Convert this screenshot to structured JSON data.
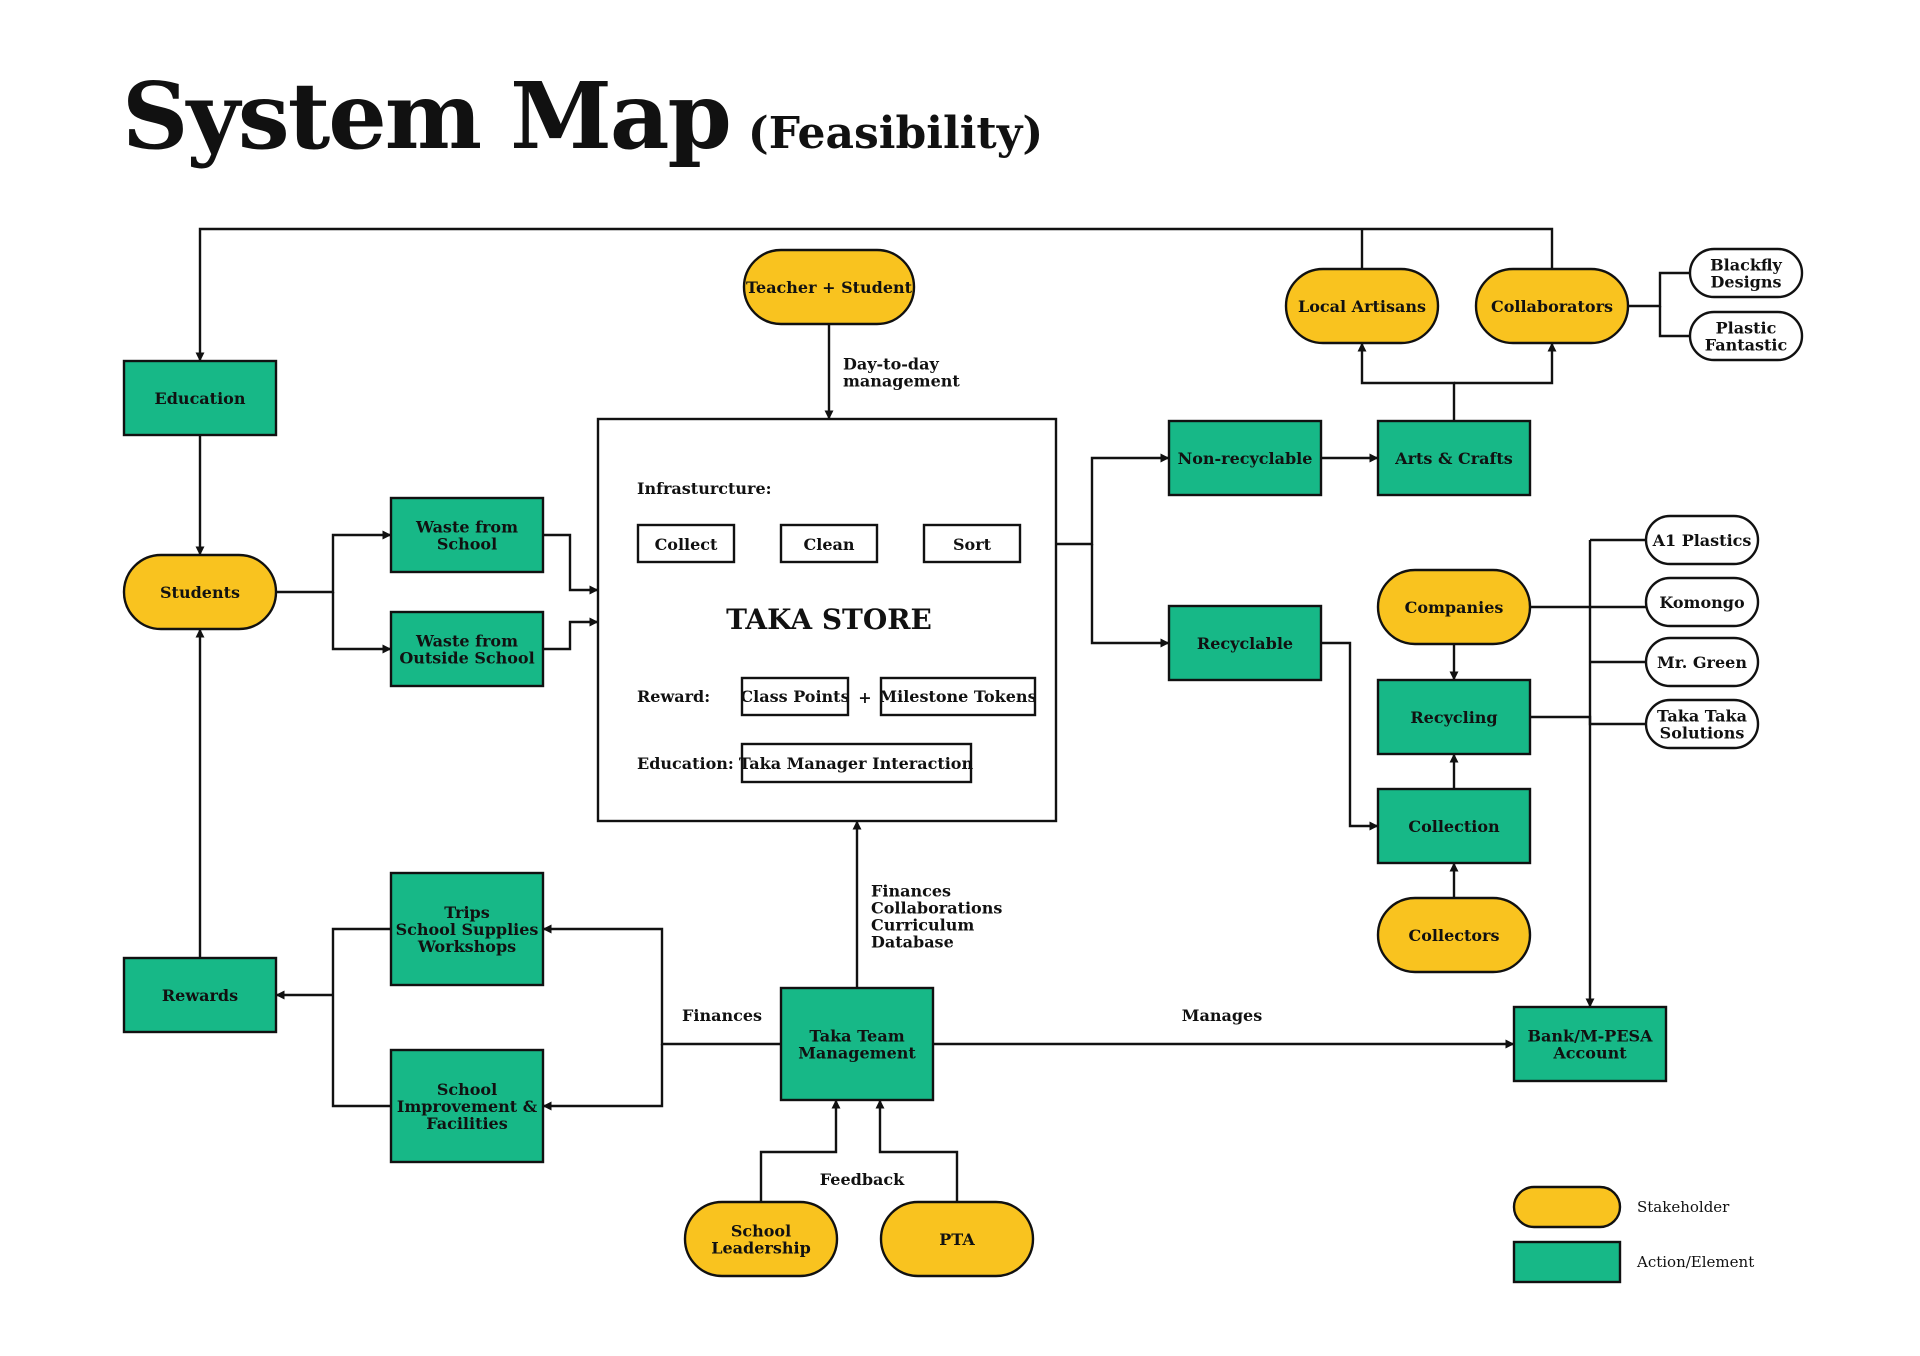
{
  "title": "System Map",
  "subtitle": "(Feasibility)",
  "colors": {
    "stakeholder": "#F9C31F",
    "action": "#17B887",
    "stroke": "#111111",
    "background": "#FFFFFF"
  },
  "nodes": {
    "education": "Education",
    "students": "Students",
    "rewards": "Rewards",
    "waste_school": "Waste from\nSchool",
    "waste_outside": "Waste from\nOutside School",
    "trips": "Trips\nSchool Supplies\nWorkshops",
    "school_improvement": "School\nImprovement &\nFacilities",
    "teacher_student": "Teacher + Student",
    "taka_team": "Taka Team\nManagement",
    "school_leadership": "School\nLeadership",
    "pta": "PTA",
    "non_recyclable": "Non-recyclable",
    "arts_crafts": "Arts & Crafts",
    "local_artisans": "Local Artisans",
    "collaborators": "Collaborators",
    "blackfly": "Blackfly\nDesigns",
    "plastic_fantastic": "Plastic\nFantastic",
    "recyclable": "Recyclable",
    "companies": "Companies",
    "recycling": "Recycling",
    "collection": "Collection",
    "collectors": "Collectors",
    "a1_plastics": "A1 Plastics",
    "komongo": "Komongo",
    "mr_green": "Mr. Green",
    "taka_taka": "Taka Taka\nSolutions",
    "bank": "Bank/M-PESA\nAccount"
  },
  "store": {
    "title": "TAKA STORE",
    "infrastructure_label": "Infrasturcture:",
    "steps": [
      "Collect",
      "Clean",
      "Sort"
    ],
    "reward_label": "Reward:",
    "rewards": [
      "Class Points",
      "Milestone Tokens"
    ],
    "plus": "+",
    "education_label": "Education:",
    "education_item": "Taka Manager Interaction"
  },
  "edge_labels": {
    "day_to_day": "Day-to-day\nmanagement",
    "team_to_store": "Finances\nCollaborations\nCurriculum\nDatabase",
    "finances": "Finances",
    "manages": "Manages",
    "feedback": "Feedback"
  },
  "legend": {
    "stakeholder": "Stakeholder",
    "action": "Action/Element"
  }
}
